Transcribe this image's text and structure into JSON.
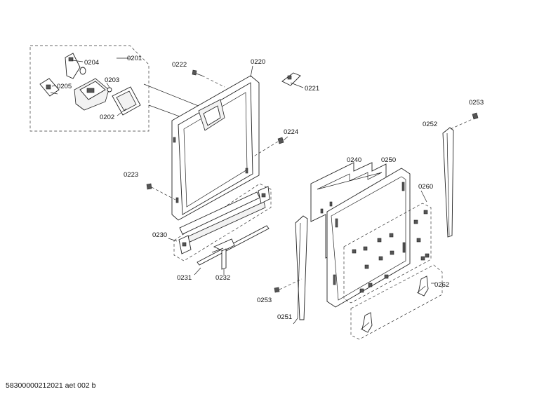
{
  "labels": {
    "p0201": "0201",
    "p0202": "0202",
    "p0203": "0203",
    "p0204": "0204",
    "p0205": "0205",
    "p0220": "0220",
    "p0221": "0221",
    "p0222": "0222",
    "p0223": "0223",
    "p0224": "0224",
    "p0230": "0230",
    "p0231": "0231",
    "p0232": "0232",
    "p0240": "0240",
    "p0250": "0250",
    "p0251": "0251",
    "p0252": "0252",
    "p0253a": "0253",
    "p0253b": "0253",
    "p0260": "0260",
    "p0262": "0262"
  },
  "footer": {
    "doc_id": "58300000212021 aet 002 b"
  }
}
